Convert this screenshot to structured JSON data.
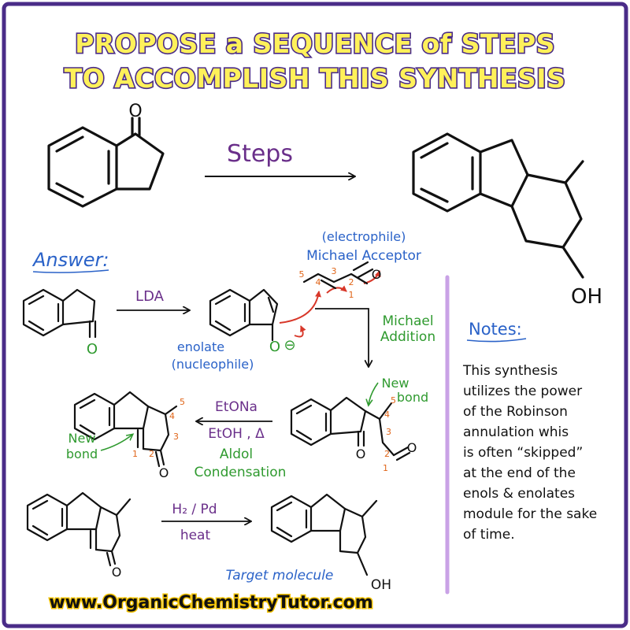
{
  "title": {
    "line1": "PROPOSE a SEQUENCE of STEPS",
    "line2": "TO ACCOMPLISH THIS SYNTHESIS"
  },
  "top_reaction": {
    "steps_label": "Steps",
    "product_oh": "OH",
    "carbonyl_o": "O"
  },
  "answer_label": "Answer:",
  "step1": {
    "reagent": "LDA",
    "enolate_label": "enolate",
    "nucleophile_label": "(nucleophile)",
    "o_minus": "O",
    "minus": "⊖"
  },
  "acceptor": {
    "electrophile_label": "(electrophile)",
    "name": "Michael Acceptor",
    "o": "O",
    "numbers": [
      "5",
      "4",
      "3",
      "2",
      "1"
    ]
  },
  "step2": {
    "label1": "Michael",
    "label2": "Addition",
    "new_bond1": "New",
    "new_bond2": "bond",
    "numbers": [
      "5",
      "4",
      "3",
      "2",
      "1"
    ],
    "o1": "O",
    "o2": "O"
  },
  "step3": {
    "reagent1": "EtONa",
    "reagent2": "EtOH , Δ",
    "label1": "Aldol",
    "label2": "Condensation",
    "new_bond1": "New",
    "new_bond2": "bond",
    "numbers": [
      "5",
      "4",
      "3",
      "2",
      "1"
    ],
    "o": "O"
  },
  "step4": {
    "reagent1": "H₂ / Pd",
    "reagent2": "heat",
    "o": "O",
    "target_label": "Target molecule",
    "oh": "OH"
  },
  "notes": {
    "heading": "Notes:",
    "lines": [
      "This synthesis",
      "utilizes the power",
      "of the Robinson",
      "annulation whis",
      "is often “skipped”",
      "at the end of the",
      "enols & enolates",
      "module for the sake",
      "of time."
    ]
  },
  "footer": "www.OrganicChemistryTutor.com",
  "colors": {
    "frame": "#4a2c88",
    "title_fill": "#fff15a",
    "blue": "#2a62c8",
    "green": "#2f9a2f",
    "orange": "#e0661a",
    "purple": "#6a2f8a",
    "red": "#d8382a",
    "divider": "#c9a2e6",
    "footer_shadow": "#f2c200"
  }
}
